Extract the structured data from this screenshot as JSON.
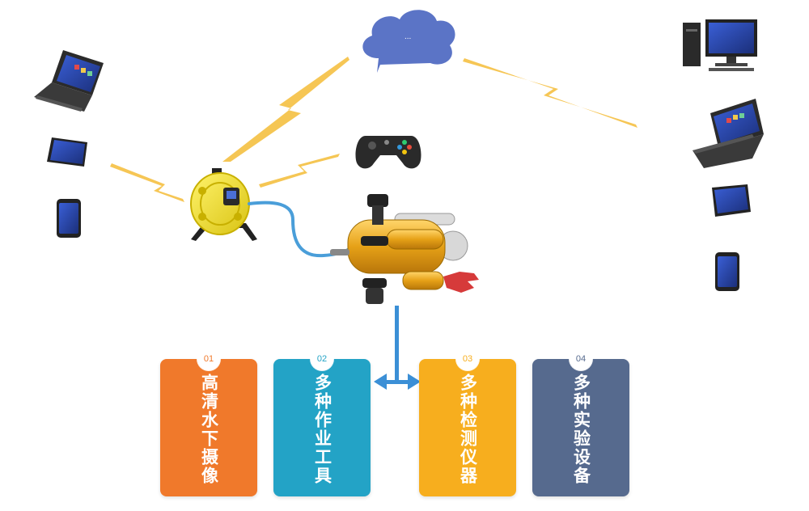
{
  "cloud": {
    "label": "..."
  },
  "cards": [
    {
      "number": "01",
      "text": "高清水下摄像",
      "color": "#F0792B"
    },
    {
      "number": "02",
      "text": "多种作业工具",
      "color": "#23A3C6"
    },
    {
      "number": "03",
      "text": "多种检测仪器",
      "color": "#F7AE1E"
    },
    {
      "number": "04",
      "text": "多种实验设备",
      "color": "#566A8E"
    }
  ],
  "colors": {
    "cloud": "#5B74C6",
    "lightning": "#F5C042",
    "cable": "#4A9ED9",
    "arrow": "#3B8FD6",
    "reel": "#F2E020",
    "robot": "#E6A117"
  },
  "icons": [
    "laptop-icon",
    "tablet-icon",
    "phone-icon",
    "desktop-computer-icon",
    "gamepad-icon",
    "cable-reel-icon",
    "underwater-robot-icon",
    "cloud-icon",
    "lightning-icon"
  ]
}
